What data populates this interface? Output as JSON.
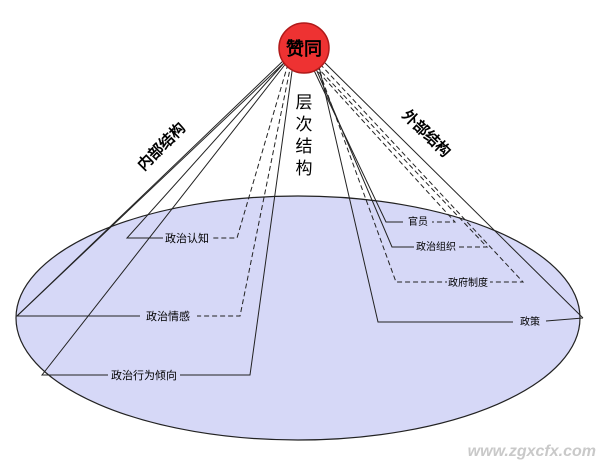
{
  "apex": {
    "label": "赞同",
    "fill": "#ee3232",
    "stroke": "#b01a1a"
  },
  "base": {
    "fill": "#d6d8f7",
    "stroke": "#222222"
  },
  "side_labels": {
    "internal": "内部结构",
    "hierarchy": "层次结构",
    "external": "外部结构"
  },
  "internal_items": [
    "政治认知",
    "政治情感",
    "政治行为倾向"
  ],
  "external_items": [
    "官员",
    "政治组织",
    "政府制度",
    "政策"
  ],
  "watermark": "www.zgxcfx.com"
}
